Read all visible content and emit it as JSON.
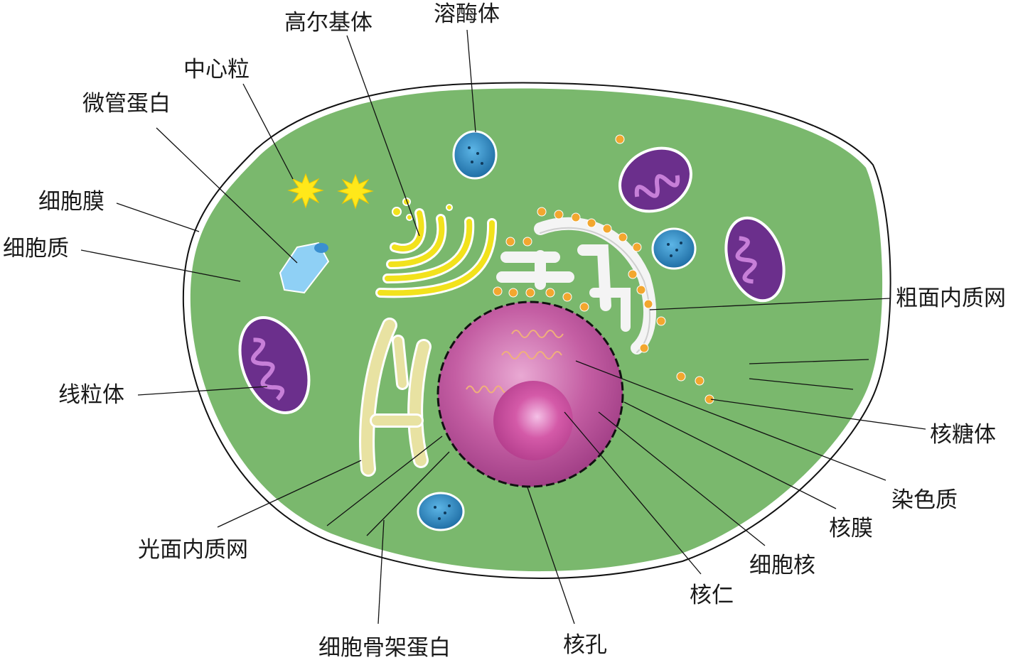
{
  "labels": {
    "golgi": "高尔基体",
    "lysosome": "溶酶体",
    "centriole": "中心粒",
    "microtubule": "微管蛋白",
    "membrane": "细胞膜",
    "cytoplasm": "细胞质",
    "rough_er": "粗面内质网",
    "mitochondria": "线粒体",
    "ribosome": "核糖体",
    "chromatin": "染色质",
    "nuclear_envelope": "核膜",
    "smooth_er": "光面内质网",
    "nucleus": "细胞核",
    "nucleolus": "核仁",
    "cytoskeleton": "细胞骨架蛋白",
    "nuclear_pore": "核孔"
  },
  "colors": {
    "cytoplasm": "#7ab86d",
    "membrane": "#ffffff",
    "nucleus": "#b2488f",
    "nucleolus": "#d75ba9",
    "golgi": "#f2e21c",
    "rough_er": "#f4f4f4",
    "ribosome": "#f3a72f",
    "smooth_er": "#e8e2a2",
    "mitochondria": "#6b2f8c",
    "mito_cristae": "#c77fd8",
    "lysosome": "#2d8ac4",
    "centriole": "#ffe81a",
    "microtubule": "#8fd0f5"
  }
}
